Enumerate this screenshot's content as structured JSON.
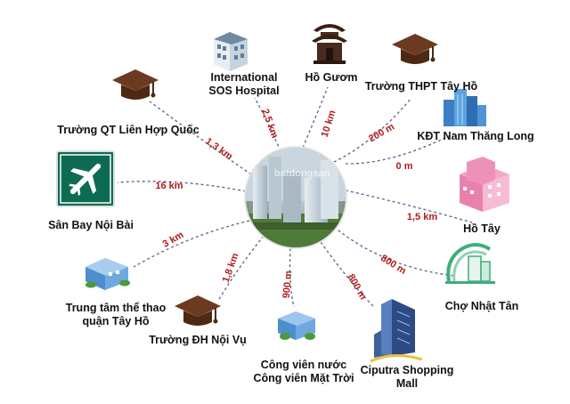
{
  "center": {
    "watermark": "batdongsan"
  },
  "colors": {
    "distance": "#b31a1a",
    "connector": "#5b5f8c",
    "label": "#111111"
  },
  "destinations": [
    {
      "id": "sos",
      "label_lines": [
        "International",
        "SOS Hospital"
      ],
      "distance": "2,5 km",
      "icon": "building-icon"
    },
    {
      "id": "hoguom",
      "label_lines": [
        "Hồ Gươm"
      ],
      "distance": "10 km",
      "icon": "temple-icon"
    },
    {
      "id": "thpt",
      "label_lines": [
        "Trường THPT Tây Hồ"
      ],
      "distance": "200 m",
      "icon": "graduation-cap-icon"
    },
    {
      "id": "kdt",
      "label_lines": [
        "KĐT Nam Thăng Long"
      ],
      "distance": "0 m",
      "icon": "skyscraper-icon"
    },
    {
      "id": "hotay",
      "label_lines": [
        "Hồ Tây"
      ],
      "distance": "1,5 km",
      "icon": "pink-building-icon"
    },
    {
      "id": "cho",
      "label_lines": [
        "Chợ Nhật Tân"
      ],
      "distance": "800 m",
      "icon": "market-icon"
    },
    {
      "id": "ciputra",
      "label_lines": [
        "Ciputra Shopping",
        "Mall"
      ],
      "distance": "800 m",
      "icon": "mall-icon"
    },
    {
      "id": "congvien",
      "label_lines": [
        "Công viên nước",
        "Công viên Mặt Trời"
      ],
      "distance": "900 m",
      "icon": "park-building-icon"
    },
    {
      "id": "dhnoivu",
      "label_lines": [
        "Trường ĐH Nội Vụ"
      ],
      "distance": "1,8 km",
      "icon": "graduation-cap-icon"
    },
    {
      "id": "thethao",
      "label_lines": [
        "Trung tâm thể thao",
        "quận Tây Hồ"
      ],
      "distance": "3 km",
      "icon": "sports-center-icon"
    },
    {
      "id": "noibai",
      "label_lines": [
        "Sân Bay Nội Bài"
      ],
      "distance": "16 km",
      "icon": "airplane-icon"
    },
    {
      "id": "qt",
      "label_lines": [
        "Trường QT Liên Hợp Quốc"
      ],
      "distance": "1,3 km",
      "icon": "graduation-cap-icon"
    }
  ]
}
